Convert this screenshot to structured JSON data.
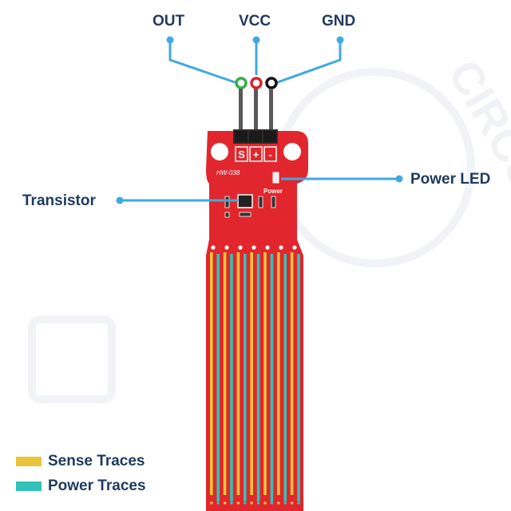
{
  "pins": {
    "out": "OUT",
    "vcc": "VCC",
    "gnd": "GND"
  },
  "board": {
    "model": "HW-038",
    "power_text": "Power",
    "pin_markings": [
      "S",
      "+",
      "-"
    ]
  },
  "callouts": {
    "power_led": "Power LED",
    "transistor": "Transistor"
  },
  "legend": {
    "sense_traces": "Sense Traces",
    "power_traces": "Power Traces"
  },
  "colors": {
    "board_red": "#e2262d",
    "sense_trace": "#e8c53a",
    "power_trace": "#33c2b8",
    "callout_blue": "#3fa9e0",
    "label_navy": "#1f3a5f",
    "wire_out_ring": "#2fb24a",
    "wire_vcc_ring": "#d6262b",
    "wire_gnd_ring": "#111111"
  },
  "watermark": {
    "text": "CIRCUIT DIGEST"
  }
}
